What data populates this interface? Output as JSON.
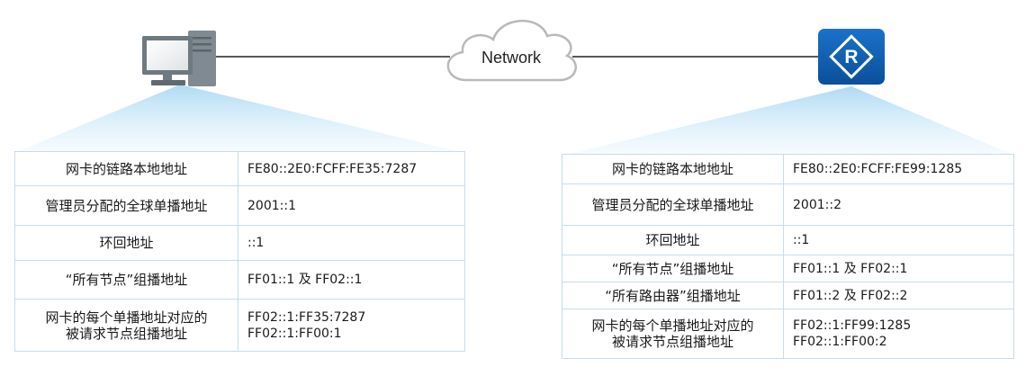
{
  "network": {
    "label": "Network"
  },
  "pc_table": {
    "rows": [
      {
        "key": "网卡的链路本地地址",
        "values": [
          "FE80::2E0:FCFF:FE35:7287"
        ]
      },
      {
        "key": "管理员分配的全球单播地址",
        "values": [
          "2001::1"
        ]
      },
      {
        "key": "环回地址",
        "values": [
          "::1"
        ]
      },
      {
        "key": "“所有节点”组播地址",
        "values": [
          "FF01::1 及 FF02::1"
        ]
      },
      {
        "key_lines": [
          "网卡的每个单播地址对应的",
          "被请求节点组播地址"
        ],
        "values": [
          "FF02::1:FF35:7287",
          "FF02::1:FF00:1"
        ]
      }
    ]
  },
  "router_table": {
    "rows": [
      {
        "key": "网卡的链路本地地址",
        "values": [
          "FE80::2E0:FCFF:FE99:1285"
        ]
      },
      {
        "key": "管理员分配的全球单播地址",
        "values": [
          "2001::2"
        ]
      },
      {
        "key": "环回地址",
        "values": [
          "::1"
        ]
      },
      {
        "key": "“所有节点”组播地址",
        "values": [
          "FF01::1 及 FF02::1"
        ]
      },
      {
        "key": "“所有路由器”组播地址",
        "values": [
          "FF01::2 及 FF02::2"
        ]
      },
      {
        "key_lines": [
          "网卡的每个单播地址对应的",
          "被请求节点组播地址"
        ],
        "values": [
          "FF02::1:FF99:1285",
          "FF02::1:FF00:2"
        ]
      }
    ]
  },
  "icons": {
    "left_device": "pc-icon",
    "right_device": "router-icon",
    "middle": "cloud-icon"
  },
  "colors": {
    "router_blue": "#0d5fb5",
    "glow": "#9fd4f2",
    "table_border": "#c9dcea"
  }
}
